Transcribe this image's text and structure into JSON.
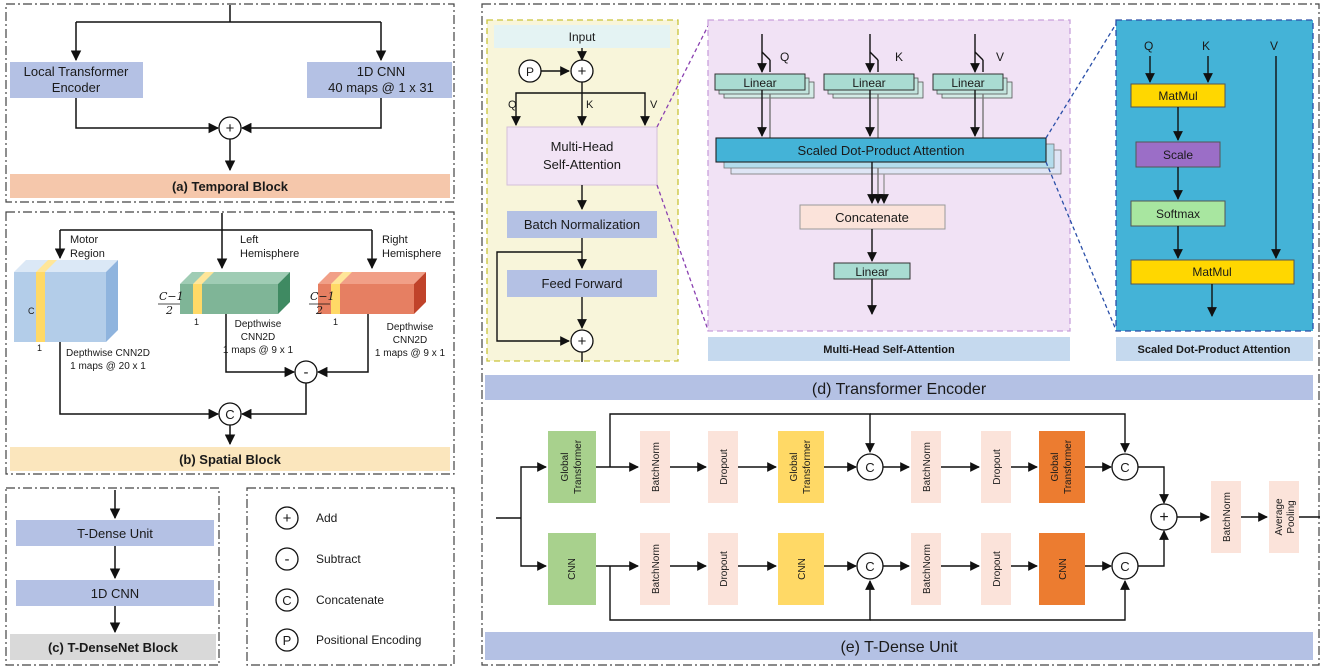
{
  "temporal": {
    "local_transformer": [
      "Local Transformer",
      "Encoder"
    ],
    "cnn1d": [
      "1D CNN",
      "40 maps @ 1 x 31"
    ],
    "title": "(a) Temporal  Block"
  },
  "spatial": {
    "motor_region": [
      "Motor",
      "Region"
    ],
    "left_hemisphere": [
      "Left",
      "Hemisphere"
    ],
    "right_hemisphere": [
      "Right",
      "Hemisphere"
    ],
    "dim_c": "C",
    "dim_one": "1",
    "frac_numerator": "C−1",
    "frac_denominator": "2",
    "depthwise_motor": [
      "Depthwise CNN2D",
      "1 maps @ 20 x 1"
    ],
    "depthwise_left": [
      "Depthwise",
      "CNN2D",
      "1 maps @ 9 x 1"
    ],
    "depthwise_right": [
      "Depthwise",
      "CNN2D",
      "1 maps @ 9 x 1"
    ],
    "title": "(b) Spatial  Block"
  },
  "tdensenet": {
    "unit": "T-Dense Unit",
    "cnn": "1D CNN",
    "title": "(c) T-DenseNet Block"
  },
  "legend": {
    "add_symbol": "+",
    "add": "Add",
    "subtract_symbol": "-",
    "subtract": "Subtract",
    "concat_symbol": "C",
    "concat": "Concatenate",
    "pos_symbol": "P",
    "pos": "Positional Encoding"
  },
  "encoder": {
    "input": "Input",
    "p": "P",
    "q": "Q",
    "k": "K",
    "v": "V",
    "mhsa": [
      "Multi-Head",
      "Self-Attention"
    ],
    "batch_norm": "Batch Normalization",
    "feed_forward": "Feed Forward",
    "title": "(d) Transformer Encoder"
  },
  "mhsa": {
    "linear": "Linear",
    "sdpa": "Scaled Dot-Product Attention",
    "concatenate": "Concatenate",
    "title": "Multi-Head Self-Attention"
  },
  "sdpa": {
    "matmul": "MatMul",
    "scale": "Scale",
    "softmax": "Softmax",
    "title": "Scaled Dot-Product Attention"
  },
  "tdense": {
    "global_transformer": [
      "Global",
      "Transformer"
    ],
    "batchnorm": "BatchNorm",
    "dropout": "Dropout",
    "cnn": "CNN",
    "average_pooling": [
      "Average",
      "Pooling"
    ],
    "title": "(e) T-Dense Unit"
  },
  "colors": {
    "lavender": "#b4c1e4",
    "peach": "#f5c7ab",
    "cream": "#fbe6bd",
    "grey": "#d9d9d9",
    "teal": "#a9dcd2",
    "pink": "#fbe3da",
    "yellow": "#ffd966",
    "orange": "#ec7c30",
    "green": "#a8d18d",
    "blue": "#44b3d7"
  }
}
